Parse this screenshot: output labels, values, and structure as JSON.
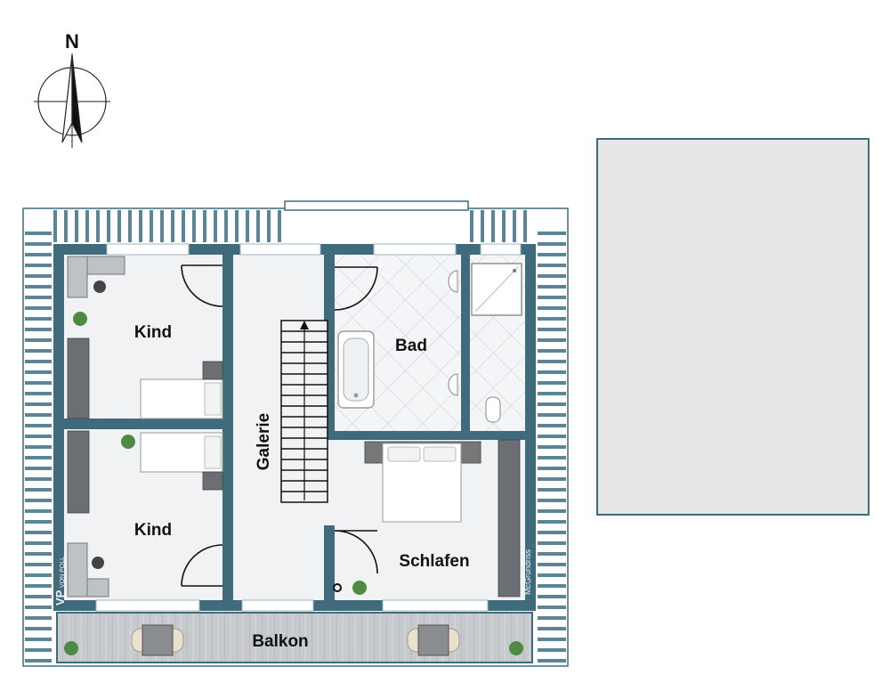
{
  "compass": {
    "label": "N",
    "icon": "north-arrow-icon"
  },
  "rooms": {
    "kind_top": "Kind",
    "kind_bottom": "Kind",
    "galerie": "Galerie",
    "bad": "Bad",
    "schlafen": "Schlafen",
    "balkon": "Balkon"
  },
  "branding": {
    "logo_mark": "VP",
    "logo_text": "VON POLL",
    "credit": "McGrundriss"
  },
  "colors": {
    "wall": "#3f6b7d",
    "floor": "#f1f2f4",
    "overview_fill": "#e6e6e6",
    "overview_border": "#3f6b7d",
    "roof_hatch": "#5a8698"
  }
}
